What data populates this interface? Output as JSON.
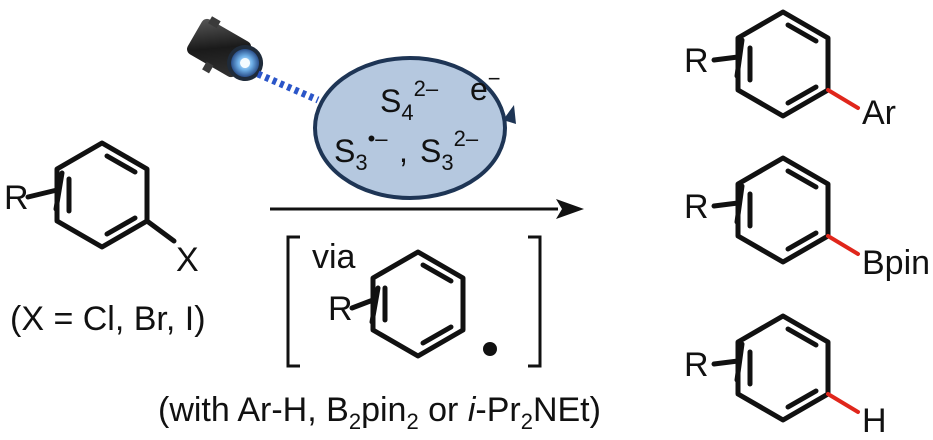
{
  "reactant": {
    "substituent": "R",
    "leaving_group": "X",
    "condition_note": "(X = Cl, Br, I)"
  },
  "catalyst_cycle": {
    "electron": "e",
    "electron_charge": "−",
    "species_top": {
      "base": "S",
      "sub": "4",
      "sup": "2–"
    },
    "species_left": {
      "base": "S",
      "sub": "3",
      "sup": "•–"
    },
    "separator": ",",
    "species_right": {
      "base": "S",
      "sub": "3",
      "sup": "2–"
    },
    "fill_color": "#b5c8df",
    "outline_color": "#1e3555"
  },
  "intermediate": {
    "prefix": "via",
    "substituent": "R",
    "radical_dot": "•"
  },
  "reagents": {
    "open": "(with Ar-H, B",
    "b2_sub": "2",
    "pin": "pin",
    "pin_sub": "2",
    "middle": " or ",
    "italic_prefix": "i",
    "pr": "-Pr",
    "pr_sub": "2",
    "end": "NEt)"
  },
  "products": [
    {
      "substituent": "R",
      "group": "Ar"
    },
    {
      "substituent": "R",
      "group": "Bpin"
    },
    {
      "substituent": "R",
      "group": "H"
    }
  ],
  "colors": {
    "new_bond": "#e0261b",
    "light_beam": "#2a55c8",
    "arrow": "#111111"
  },
  "icons": [
    "led-light-icon"
  ]
}
